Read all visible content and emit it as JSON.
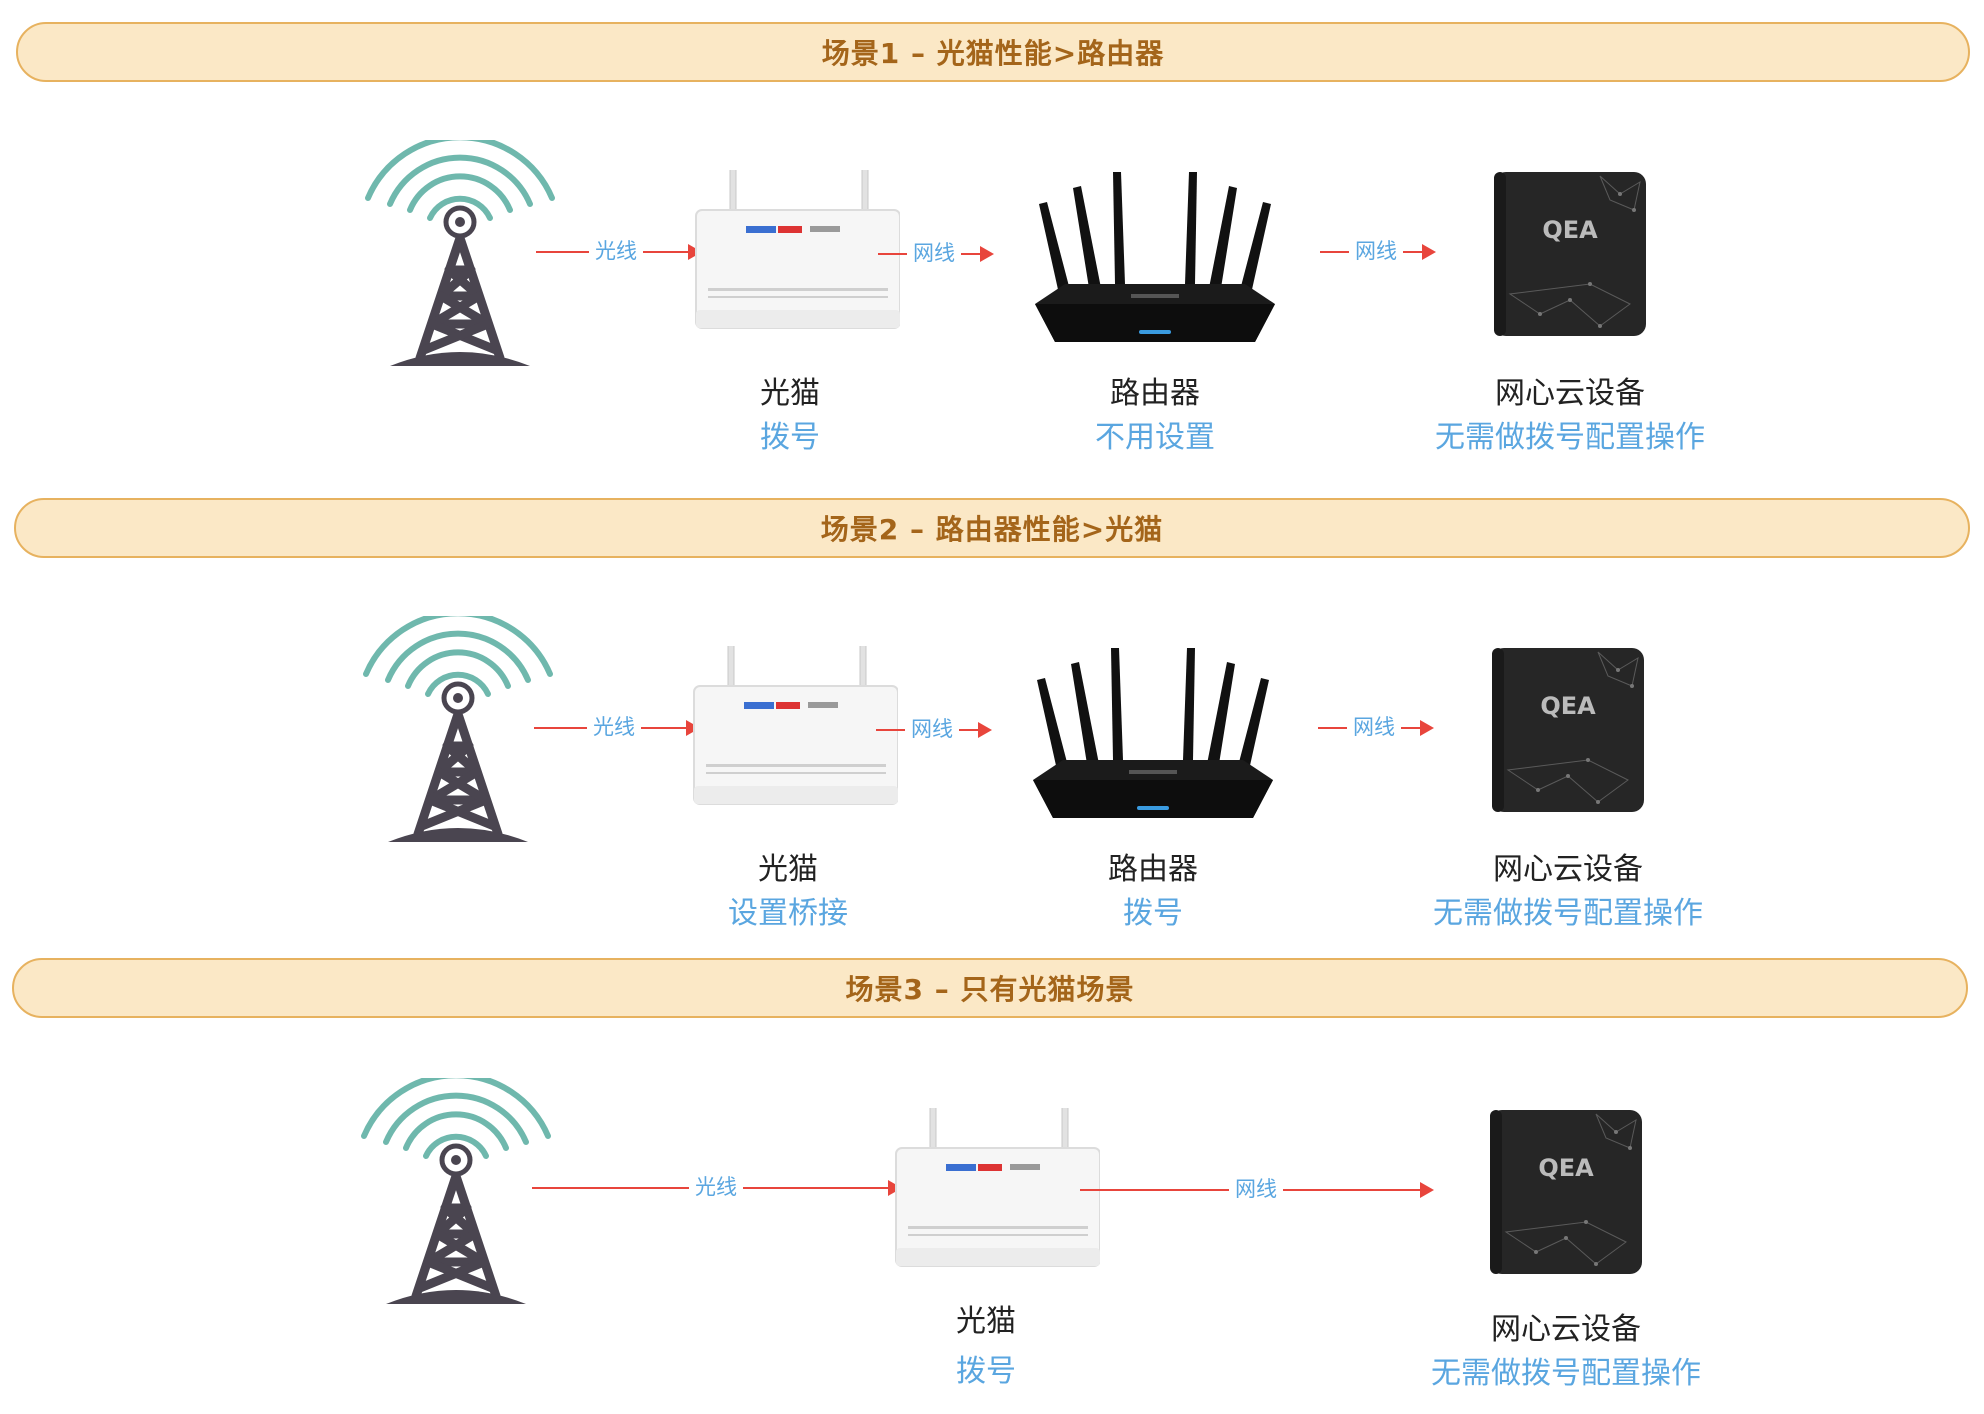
{
  "scenarios": [
    {
      "title": "场景1 – 光猫性能>路由器",
      "links": [
        "光线",
        "网线",
        "网线"
      ],
      "modem": {
        "name": "光猫",
        "sub": "拨号"
      },
      "router": {
        "name": "路由器",
        "sub": "不用设置"
      },
      "cloud": {
        "name": "网心云设备",
        "sub": "无需做拨号配置操作"
      }
    },
    {
      "title": "场景2 – 路由器性能>光猫",
      "links": [
        "光线",
        "网线",
        "网线"
      ],
      "modem": {
        "name": "光猫",
        "sub": "设置桥接"
      },
      "router": {
        "name": "路由器",
        "sub": "拨号"
      },
      "cloud": {
        "name": "网心云设备",
        "sub": "无需做拨号配置操作"
      }
    },
    {
      "title": "场景3 – 只有光猫场景",
      "links": [
        "光线",
        "网线"
      ],
      "modem": {
        "name": "光猫",
        "sub": "拨号"
      },
      "cloud": {
        "name": "网心云设备",
        "sub": "无需做拨号配置操作"
      }
    }
  ],
  "colors": {
    "banner_fill": "#fbe8c6",
    "banner_border": "#e7b25f",
    "banner_text": "#a4651a",
    "arrow": "#e8453c",
    "link_text": "#5aa6e0",
    "signal": "#6fb8ad",
    "tower": "#4a4550"
  },
  "icons": [
    "signal-tower-icon",
    "optical-modem-icon",
    "wifi-router-icon",
    "cloud-box-icon"
  ]
}
